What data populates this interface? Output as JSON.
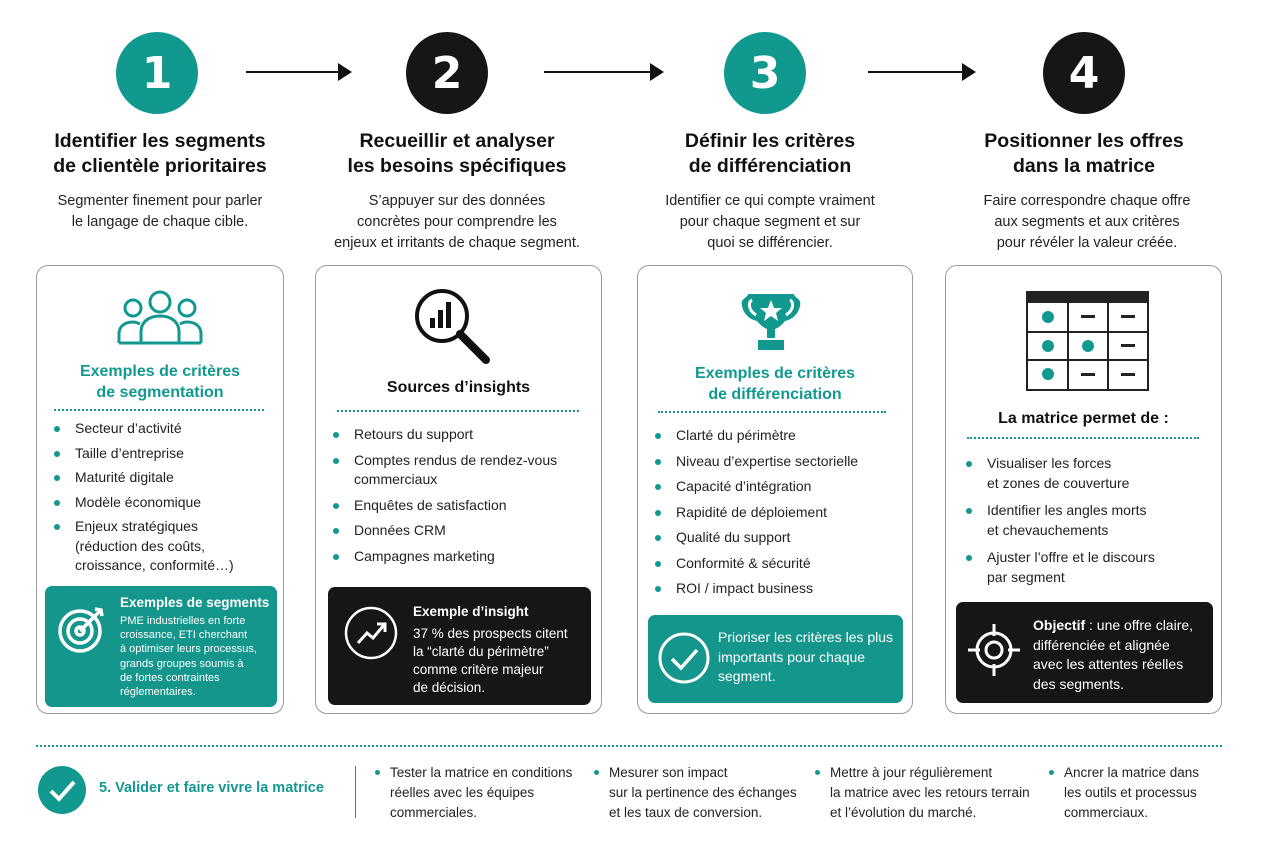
{
  "colors": {
    "teal": "#12998f",
    "dark": "#161616",
    "border": "#9b9b9b"
  },
  "steps": [
    {
      "number": "1",
      "title_line1": "Identifier les segments",
      "title_line2": "de clientèle prioritaires",
      "desc_lines": [
        "Segmenter finement pour parler",
        "le langage de chaque cible."
      ]
    },
    {
      "number": "2",
      "title_line1": "Recueillir et analyser",
      "title_line2": "les besoins spécifiques",
      "desc_lines": [
        "S’appuyer sur des données",
        "concrètes pour comprendre les",
        "enjeux et irritants de chaque segment."
      ]
    },
    {
      "number": "3",
      "title_line1": "Définir les critères",
      "title_line2": "de différenciation",
      "desc_lines": [
        "Identifier ce qui compte vraiment",
        "pour chaque segment et sur",
        "quoi se différencier."
      ]
    },
    {
      "number": "4",
      "title_line1": "Positionner les offres",
      "title_line2": "dans la matrice",
      "desc_lines": [
        "Faire correspondre chaque offre",
        "aux segments et aux critères",
        "pour révéler la valeur créée."
      ]
    }
  ],
  "cards": [
    {
      "icon": "people-icon",
      "head_line1": "Exemples de critères",
      "head_line2": "de segmentation",
      "items": [
        "Secteur d’activité",
        "Taille d’entreprise",
        "Maturité digitale",
        "Modèle économique",
        "Enjeux stratégiques\n(réduction des coûts,\ncroissance, conformité…)"
      ],
      "box": {
        "icon": "target-icon",
        "title": "Exemples de segments",
        "lines": [
          "PME industrielles en forte",
          "croissance, ETI cherchant",
          "à optimiser leurs processus,",
          "grands groupes soumis à",
          "de fortes contraintes",
          "réglementaires."
        ]
      }
    },
    {
      "icon": "magnifier-chart-icon",
      "head_line1": "Sources d’insights",
      "head_line2": "",
      "items": [
        "Retours du support",
        "Comptes rendus de rendez-vous\ncommerciaux",
        "Enquêtes de satisfaction",
        "Données CRM",
        "Campagnes marketing"
      ],
      "box": {
        "icon": "trend-up-icon",
        "title": "Exemple d’insight",
        "lines": [
          "37 % des prospects citent",
          "la “clarté du périmètre”",
          "comme critère majeur",
          "de décision."
        ]
      }
    },
    {
      "icon": "trophy-icon",
      "head_line1": "Exemples de critères",
      "head_line2": "de différenciation",
      "items": [
        "Clarté du périmètre",
        "Niveau d’expertise sectorielle",
        "Capacité d’intégration",
        "Rapidité de déploiement",
        "Qualité du support",
        "Conformité & sécurité",
        "ROI / impact business"
      ],
      "box": {
        "icon": "check-circle-icon",
        "title": "",
        "lines": [
          "Prioriser les critères les plus",
          "importants pour chaque",
          "segment."
        ]
      }
    },
    {
      "icon": "matrix-icon",
      "head_line1": "La matrice permet de :",
      "head_line2": "",
      "items": [
        "Visualiser les forces\net zones de couverture",
        "Identifier les angles morts\net chevauchements",
        "Ajuster l’offre et le discours\npar segment"
      ],
      "box": {
        "icon": "crosshair-icon",
        "title": "Objectif",
        "lines": [
          " : une offre claire,",
          "différenciée et alignée",
          "avec les attentes réelles",
          "des segments."
        ]
      }
    }
  ],
  "bottom": {
    "title": "5. Valider et faire vivre la matrice",
    "items": [
      "Tester la matrice en conditions\nréelles avec les équipes\ncommerciales.",
      "Mesurer son impact\nsur la pertinence des échanges\net les taux de conversion.",
      "Mettre à jour régulièrement\nla matrice avec les retours terrain\net l’évolution du marché.",
      "Ancrer la matrice dans\nles outils et processus\ncommerciaux."
    ]
  }
}
